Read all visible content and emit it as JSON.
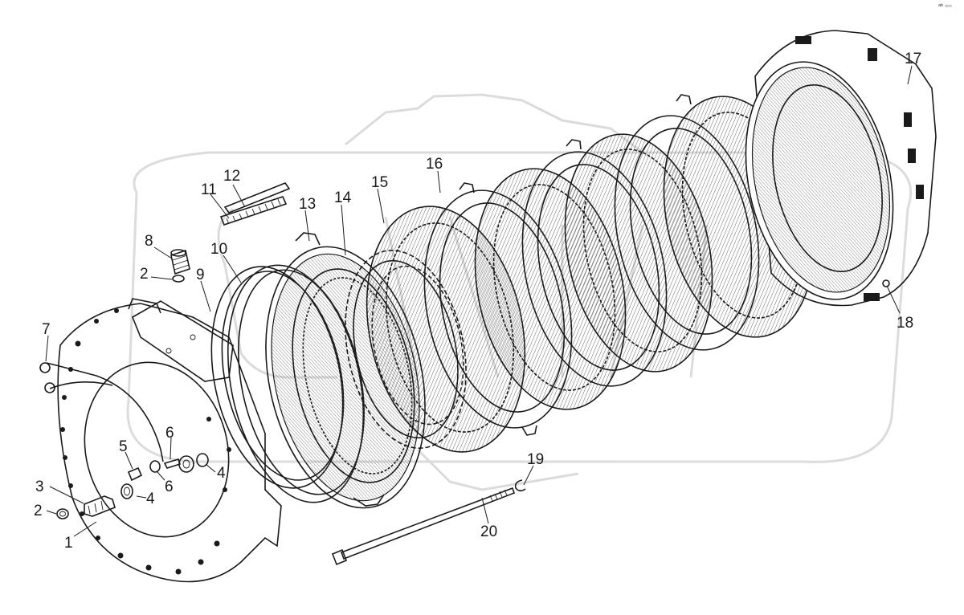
{
  "corner_mark": "ᵃᵇ ▫▫▫",
  "callouts": [
    {
      "id": "c1",
      "text": "1"
    },
    {
      "id": "c2a",
      "text": "2"
    },
    {
      "id": "c2b",
      "text": "2"
    },
    {
      "id": "c3",
      "text": "3"
    },
    {
      "id": "c4a",
      "text": "4"
    },
    {
      "id": "c4b",
      "text": "4"
    },
    {
      "id": "c5",
      "text": "5"
    },
    {
      "id": "c6a",
      "text": "6"
    },
    {
      "id": "c6b",
      "text": "6"
    },
    {
      "id": "c7",
      "text": "7"
    },
    {
      "id": "c8",
      "text": "8"
    },
    {
      "id": "c9",
      "text": "9"
    },
    {
      "id": "c10",
      "text": "10"
    },
    {
      "id": "c11",
      "text": "11"
    },
    {
      "id": "c12",
      "text": "12"
    },
    {
      "id": "c13",
      "text": "13"
    },
    {
      "id": "c14",
      "text": "14"
    },
    {
      "id": "c15",
      "text": "15"
    },
    {
      "id": "c16",
      "text": "16"
    },
    {
      "id": "c17",
      "text": "17"
    },
    {
      "id": "c18",
      "text": "18"
    },
    {
      "id": "c19",
      "text": "19"
    },
    {
      "id": "c20",
      "text": "20"
    }
  ],
  "colors": {
    "ink": "#1a1a1a",
    "watermark": "#d8d8d8",
    "background": "#ffffff"
  }
}
